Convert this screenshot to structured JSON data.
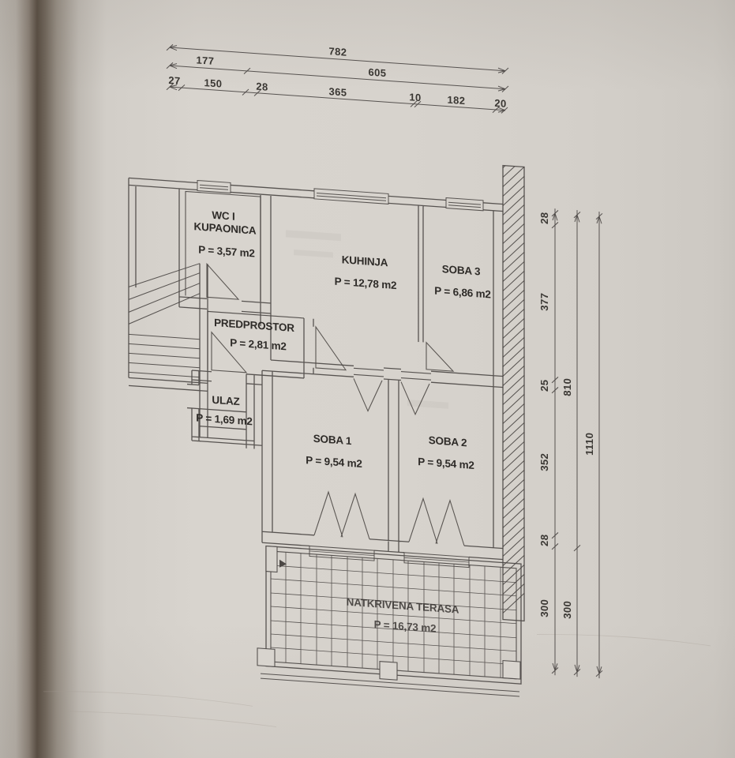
{
  "photo": {
    "paper_color": "#d7d3cd",
    "line_color": "#4c4845",
    "ink_color": "#2e2b28",
    "description": "Photographed page of an architectural floor plan drawing"
  },
  "plan": {
    "rooms": [
      {
        "name": "WC I",
        "name2": "KUPAONICA",
        "area": "P = 3,57 m2"
      },
      {
        "name": "KUHINJA",
        "area": "P = 12,78 m2"
      },
      {
        "name": "SOBA 3",
        "area": "P = 6,86 m2"
      },
      {
        "name": "PREDPROSTOR",
        "area": "P = 2,81 m2"
      },
      {
        "name": "ULAZ",
        "area": "P = 1,69 m2"
      },
      {
        "name": "SOBA 1",
        "area": "P = 9,54 m2"
      },
      {
        "name": "SOBA 2",
        "area": "P = 9,54 m2"
      },
      {
        "name": "NATKRIVENA TERASA",
        "area": "P = 16,73 m2"
      }
    ]
  },
  "dimensions": {
    "top": {
      "total": "782",
      "row2": [
        "177",
        "605"
      ],
      "row3": [
        "27",
        "150",
        "28",
        "365",
        "10",
        "182",
        "20"
      ]
    },
    "right": {
      "col1": [
        "28",
        "377",
        "25",
        "352",
        "28",
        "300"
      ],
      "col2": [
        "810",
        "300"
      ],
      "col3": [
        "1110"
      ]
    }
  }
}
